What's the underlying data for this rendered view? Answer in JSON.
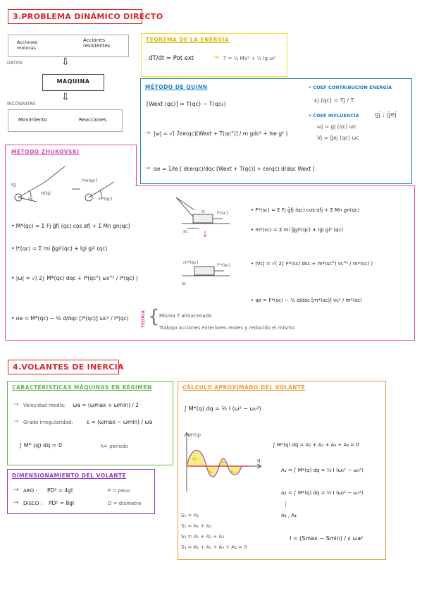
{
  "sec3": {
    "title": "3.PROBLEMA DINÁMICO DIRECTO",
    "acciones_motoras": "Acciones motoras",
    "acciones_resistentes": "Acciones resistentes",
    "datos": "DATOS",
    "maquina": "MÁQUINA",
    "incognitas": "INCÓGNITAS",
    "movimiento": "Movimiento",
    "reacciones": "Reacciones"
  },
  "energia": {
    "head": "TEOREMA DE LA ENERGÍA",
    "eq1": "dT/dt = Pot ext",
    "eq2": "T = ½ MV² + ½ Ig ω²"
  },
  "quinn": {
    "head": "MÉTODO DE QUINN",
    "eq1": "[Wext (qc)] = T(qc) − T(qc₀)",
    "eq2": "|ω| = √( 2εe(qc)[Wext + T(qc°)] / m gdc² + Ise g² )",
    "eq3": "αe = 1/Ie [ dεe(qc)/dqc [Wext + T(qc)] + εe(qc) d/dqc Wext ]",
    "coef1": "• COEF CONTRIBUCIÓN ENERGÍA",
    "coef1_eq": "εj (qc) = Tj / T",
    "coef2": "• COEF INFLUENCIA",
    "coef2_sym": "gj ; ḡej",
    "coef2_eq1": "ωj = gj (qc) ωc",
    "coef2_eq2": "Vj = ḡej (qc) ωc"
  },
  "zhukovski": {
    "head": "MÉTODO ZHUKOVSKI",
    "ig": "Ig",
    "hq": "H(q)",
    "qc": "qc",
    "ie": "I*e(qc)",
    "hstar": "H*(qc)",
    "eq_m": "• M*(qc) = Σ Fj ḡfj (qc) cos αfj + Σ Mn gn(qc)",
    "eq_i": "• I*(qc) = Σ mi ḡgi²(qc) + Igi gi² (qc)",
    "eq_w": "• |ω| = √( 2∫ M*(qc) dqc + I*(qc°) ωc°² / I*(qc) )",
    "eq_a": "• αe = M*(qc) − ½ d/dqc [I*(qc)] ωc² / I*(qc)",
    "h": "H",
    "fsc": "F(sc)",
    "sc": "sc",
    "mstar": "m*(sc)",
    "fstar": "F*(sc)",
    "eq_f": "• F*(sc) = Σ Fj ḡfj (qc) cos αfj + Σ Mn gn(qc)",
    "eq_mm": "• m*(sc) = Σ mi ḡgi²(qc) + Igi gi² (qc)",
    "eq_v": "• |Vc| = √( 2∫ F*(sc) dsc + m*(sc°) vc°² / m*(sc) )",
    "eq_ae": "• ae = F*(sc) − ½ d/dsc [m*(sc)] vc² / m*(sc)",
    "teoria": "TEORÍA",
    "t1": "Misma T almacenada",
    "t2": "Trabajo acciones exteriores reales y reducido el mismo"
  },
  "sec4": {
    "title": "4.VOLANTES DE INERCIA",
    "reg_head": "CARACTERÍSTICAS MÁQUINAS EN RÉGIMEN",
    "vel": "Velocidad media:",
    "vel_eq": "ωa = (ωmax + ωmin) / 2",
    "grado": "Grado irregularidad:",
    "grado_eq": "ε = (ωmax − ωmin) / ωa",
    "int_eq": "∫ M* (q) dq = 0",
    "periodo": "λ= periodo",
    "dim_head": "DIMENSIONAMIENTO DEL VOLANTE",
    "aro": "ARO :",
    "aro_eq": "PD² = 4gI",
    "disco": "DISCO :",
    "disco_eq": "PD² = 8gI",
    "peso": "P = peso",
    "diam": "D = diámetro",
    "calc_head": "CÁLCULO APROXIMADO DEL VOLANTE",
    "calc_eq1": "∫ M*(q) dq = ½ I (ω² − ω₀²)",
    "graph_y": "M*(q)",
    "graph_x": "q",
    "a1": "A₁",
    "a2": "A₂",
    "a3": "A₃",
    "a4": "A₄",
    "sum_eq": "∫ M*(q) dq = A₁ + A₂ + A₃ + A₄ = 0",
    "a1_eq": "A₁ = ∫ M*(q) dq = ½ I (ω₁² − ω₀²)",
    "a2_eq": "A₂ = ∫ M*(q) dq = ½ I (ω₂² − ω₁²)",
    "dots": "⋮",
    "a3a4": "A₃ , A₄",
    "s1": "S₁ = A₁",
    "s2": "S₂ = A₁ + A₂",
    "s3": "S₃ = A₁ + A₂ + A₃",
    "s4": "S₄ = A₁ + A₂ + A₃ + A₄ = 0",
    "i_eq": "I = (Smax − Smin) / ε ωa²"
  },
  "colors": {
    "red": "#d9262a",
    "yellow": "#f2e13a",
    "blue": "#1a7fd1",
    "pink": "#e04aa6",
    "green": "#5fb84a",
    "purple": "#8a39c9",
    "orange": "#f29a3a"
  }
}
